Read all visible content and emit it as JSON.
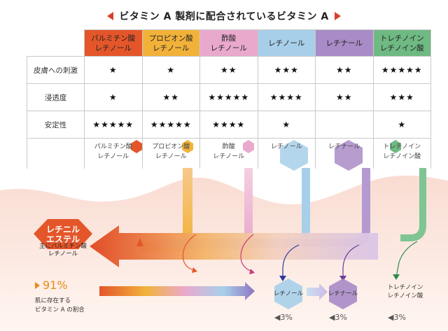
{
  "title": "ビタミン A 製剤に配合されているビタミン A",
  "columns": [
    {
      "line1": "パルミチン酸",
      "line2": "レチノール",
      "color": "#e4562a"
    },
    {
      "line1": "プロピオン酸",
      "line2": "レチノール",
      "color": "#f2b23a"
    },
    {
      "line1": "酢酸",
      "line2": "レチノール",
      "color": "#e9a9cc"
    },
    {
      "line1": "レチノール",
      "line2": "",
      "color": "#a7cfea"
    },
    {
      "line1": "レチナール",
      "line2": "",
      "color": "#a98bc7"
    },
    {
      "line1": "トレチノイン",
      "line2": "レチノイン酸",
      "color": "#6fb983"
    }
  ],
  "rows": [
    {
      "label": "皮膚への刺激",
      "values": [
        "★",
        "★",
        "★★",
        "★★★",
        "★★",
        "★★★★★"
      ]
    },
    {
      "label": "浸透度",
      "values": [
        "★",
        "★★",
        "★★★★★",
        "★★★★",
        "★★",
        "★★★"
      ]
    },
    {
      "label": "安定性",
      "values": [
        "★★★★★",
        "★★★★★",
        "★★★★",
        "★",
        "",
        "★"
      ]
    }
  ],
  "arrow_labels": [
    {
      "line1": "パルミチン酸",
      "line2": "レチノール"
    },
    {
      "line1": "プロピオン酸",
      "line2": "レチノール"
    },
    {
      "line1": "酢酸",
      "line2": "レチノール"
    },
    {
      "line1": "レチノール",
      "line2": ""
    },
    {
      "line1": "レチナール",
      "line2": ""
    },
    {
      "line1": "トレチノイン",
      "line2": "レチノイン酸"
    }
  ],
  "ester": {
    "line1": "レチニル",
    "line2": "エステル",
    "sub1": "主にパルミチン酸",
    "sub2": "レチノール",
    "color": "#e4562a"
  },
  "skin": {
    "percent": "91%",
    "line1": "肌に存在する",
    "line2": "ビタミン A の割合"
  },
  "end_nodes": {
    "retinol": "レチノール",
    "retinal": "レチナール",
    "tretinoin1": "トレチノイン",
    "tretinoin2": "レチノイン酸"
  },
  "percent_small": "◀3%"
}
